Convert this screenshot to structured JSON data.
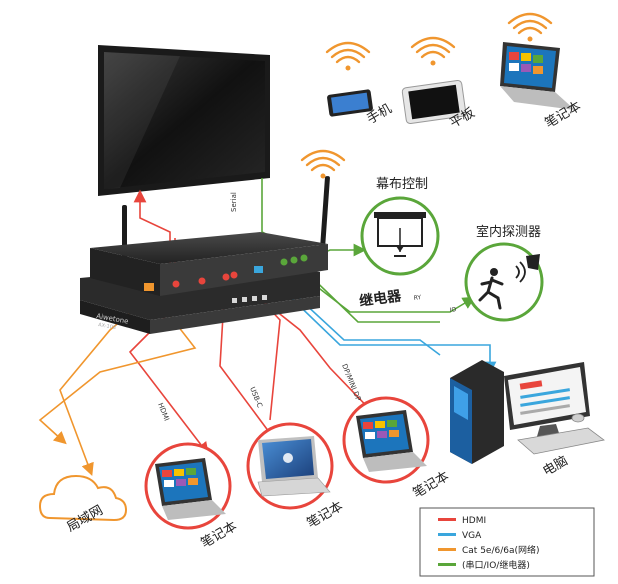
{
  "devices": {
    "phone_label": "手机",
    "tablet_label": "平板",
    "laptop_label": "笔记本",
    "laptop_bottom_left_label": "笔记本",
    "laptop_bottom_mid_label": "笔记本",
    "laptop_bottom_right_label": "笔记本",
    "computer_label": "电脑",
    "network_label": "局域网"
  },
  "peripherals": {
    "screen_control_label": "幕布控制",
    "sensor_label": "室内探测器",
    "relay_label": "继电器",
    "ry_label": "RY",
    "io_label": "IO"
  },
  "cables": {
    "serial_label": "Serial",
    "hdmi_label": "HDMI",
    "usbc_label": "USB-C",
    "dp_label": "DP/MINI DP"
  },
  "product": {
    "brand": "Aiwetone",
    "model": "AX-108"
  },
  "legend": [
    {
      "color": "#e8453c",
      "label": "HDMI"
    },
    {
      "color": "#3aa6dd",
      "label": "VGA"
    },
    {
      "color": "#f0962e",
      "label": "Cat 5e/6/6a(网络)"
    },
    {
      "color": "#5aa63a",
      "label": "(串口/IO/继电器)"
    }
  ],
  "colors": {
    "hdmi": "#e8453c",
    "vga": "#3aa6dd",
    "network": "#f0962e",
    "control": "#5aa63a",
    "wifi": "#f0962e"
  }
}
